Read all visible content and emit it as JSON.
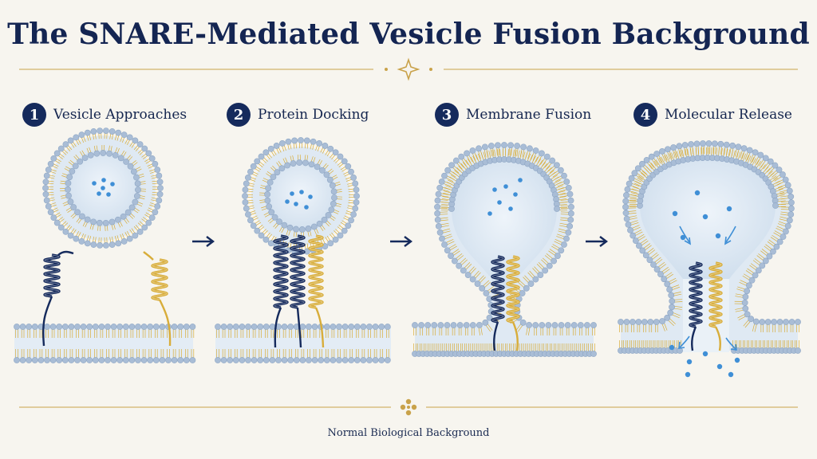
{
  "title": "The SNARE-Mediated Vesicle Fusion Background",
  "steps": [
    {
      "number": "1",
      "label": "Vesicle Approaches"
    },
    {
      "number": "2",
      "label": "Protein Docking"
    },
    {
      "number": "3",
      "label": "Membrane Fusion"
    },
    {
      "number": "4",
      "label": "Molecular Release"
    }
  ],
  "footer": "Normal Biological Background",
  "colors": {
    "navy": "#152a5c",
    "gold": "#d8ad3a",
    "lipid_head": "#a9bdd6",
    "lumen": "#dbe8f3",
    "molecule": "#3f8fd6",
    "ornament": "#c9a24a"
  },
  "icons": [
    "sparkle-ornament-icon",
    "diamond-ornament-icon",
    "arrow-right-icon"
  ]
}
